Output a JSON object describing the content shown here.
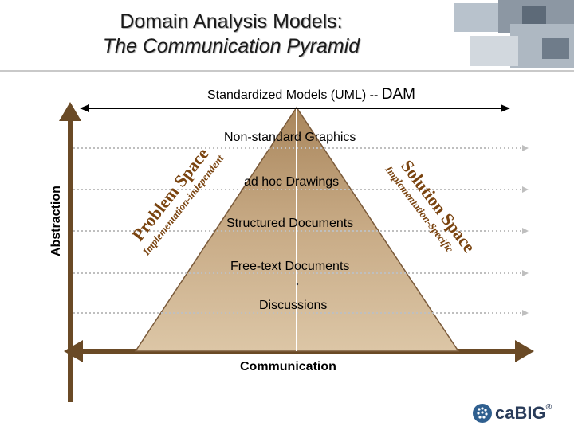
{
  "title_line1": "Domain Analysis Models:",
  "title_line2": "The Communication Pyramid",
  "top_label_prefix": "Standardized Models (UML) -- ",
  "top_label_dam": "DAM",
  "levels": {
    "non_standard": "Non-standard Graphics",
    "ad_hoc": "ad hoc Drawings",
    "structured": "Structured Documents",
    "free_text": "Free-text Documents",
    "discussions": "Discussions",
    "communication": "Communication"
  },
  "axis_label": "Abstraction",
  "left_side": {
    "big": "Problem Space",
    "small": "Implementation-independent"
  },
  "right_side": {
    "big": "Solution Space",
    "small": "Implementation-Specific"
  },
  "logo": {
    "name": "caBIG",
    "mark": "®"
  },
  "colors": {
    "pyramid_fill": "#c9ad88",
    "pyramid_edge": "#7a5a3a",
    "axis": "#6a4a26",
    "dotted": "#bfbfbf",
    "side_text": "#7a4410",
    "dam": "#000000"
  }
}
